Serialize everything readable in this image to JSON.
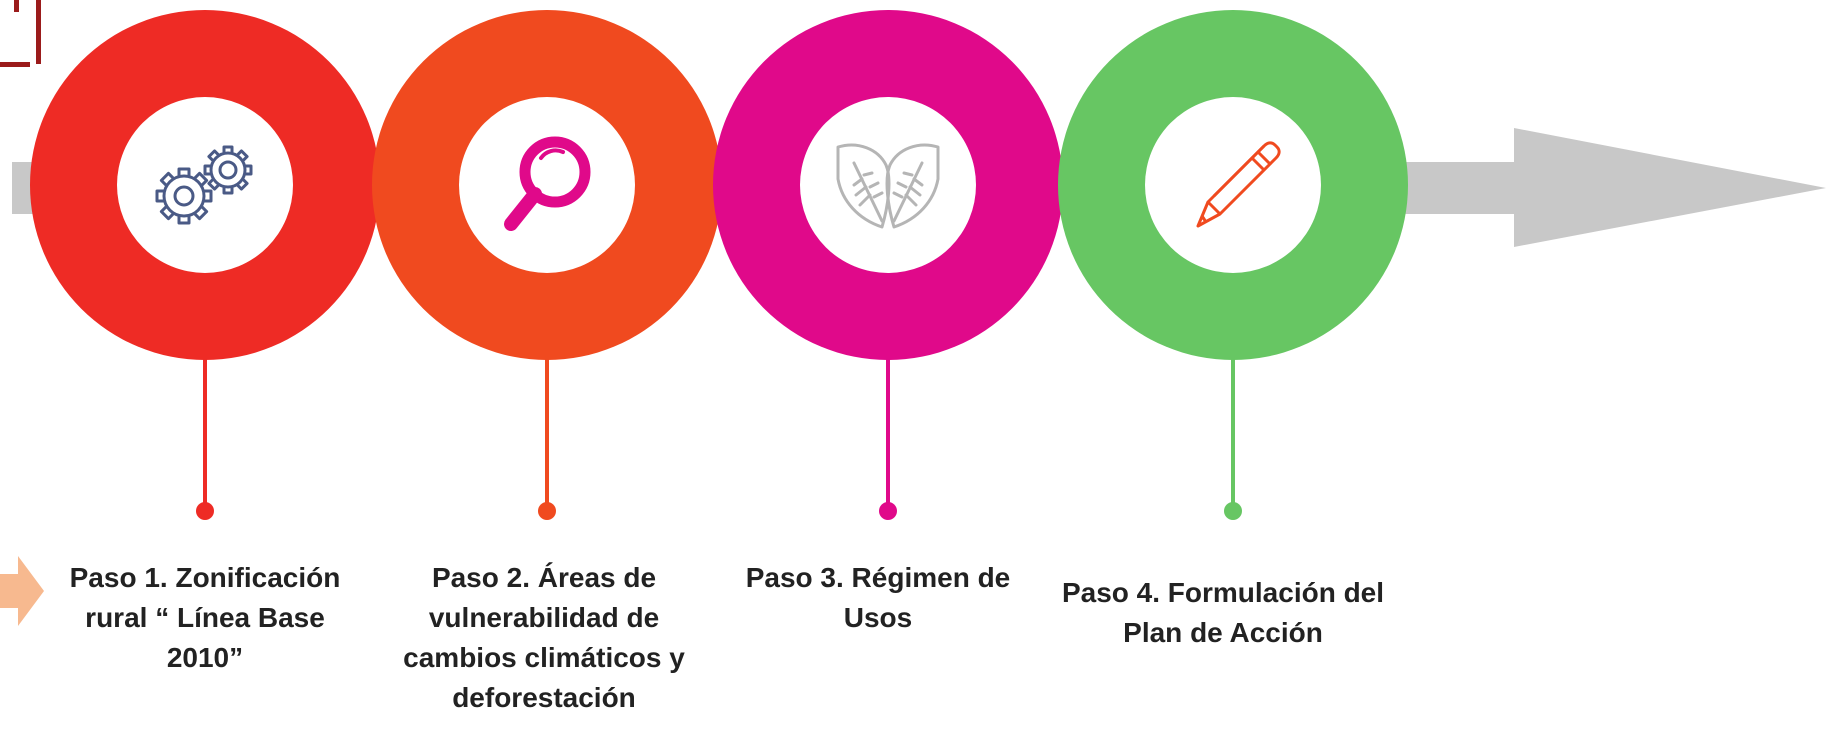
{
  "steps": [
    {
      "label": "Paso 1. Zonificación rural “ Línea Base 2010”",
      "color": "#ee2b25",
      "icon": "gears-icon"
    },
    {
      "label": "Paso 2. Áreas de vulnerabilidad de cambios climáticos y deforestación",
      "color": "#f04a1f",
      "icon": "magnifier-icon"
    },
    {
      "label": "Paso 3. Régimen de Usos",
      "color": "#e0098a",
      "icon": "leaves-icon"
    },
    {
      "label": "Paso 4. Formulación del Plan de Acción",
      "color": "#67c663",
      "icon": "pencil-icon"
    }
  ],
  "colors": {
    "arrow": "#c8c8c8",
    "corner": "#9b1b1b",
    "side_arrow": "#f7b98f",
    "text": "#222222"
  }
}
